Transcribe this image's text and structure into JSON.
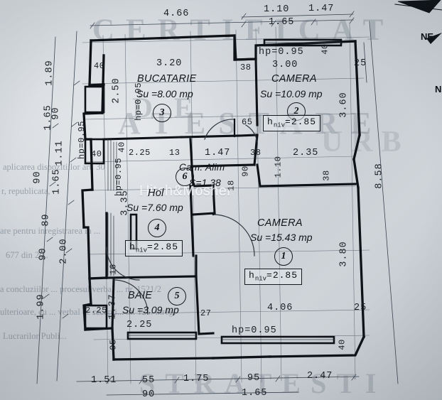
{
  "drawing": {
    "kind": "architectural-floor-plan",
    "north_label": "NE",
    "north_label2": "N",
    "overall": {
      "top_total": "1.65",
      "right_total": "8.58",
      "bottom_total_1": "90",
      "bottom_total_2": "1.65"
    }
  },
  "rooms": [
    {
      "num": "3",
      "name": "BUCATARIE",
      "area": "Su =8.00 mp",
      "width": "3.20",
      "height": "2.50"
    },
    {
      "num": "2",
      "name": "CAMERA",
      "area": "Su =10.09 mp",
      "hp": "hp=0.95",
      "win_w": "3.00",
      "height": "3.60",
      "hniv": "2.85"
    },
    {
      "num": "6",
      "name": "Cam. Alim",
      "area": "S=1.38",
      "width": "1.47",
      "height": "90"
    },
    {
      "num": "4",
      "name": "Hol",
      "area": "Su =7.60 mp",
      "height": "3.35",
      "hniv": "2.85"
    },
    {
      "num": "1",
      "name": "CAMERA",
      "area": "Su =15.43 mp",
      "height": "3.80",
      "hniv": "2.85",
      "hp": "hp=0.95",
      "win_w": "4.06"
    },
    {
      "num": "5",
      "name": "BAIE",
      "area": "Su =3.09 mp",
      "width": "2.25",
      "height": "1.37"
    }
  ],
  "hniv_labels": [
    {
      "text": "h",
      "sub": "niv",
      "val": "=2.85"
    }
  ],
  "dimensions": {
    "top_chain": [
      "4.66",
      "1.10",
      "1.47"
    ],
    "top_sub": [
      "1.65"
    ],
    "left_chain": [
      "1.89",
      "90",
      "1.65",
      "1.11",
      "90",
      "1.65",
      "89",
      "90",
      "2.00",
      "1.99"
    ],
    "right_chain": [
      "25",
      "8.58",
      "25"
    ],
    "bottom_chain": [
      "1.51",
      "55",
      "1.75",
      "95",
      "2.47"
    ],
    "bottom_sub": [
      "90",
      "1.65"
    ],
    "interior": [
      "3.20",
      "38",
      "25",
      "40",
      "40",
      "2.50",
      "2.25",
      "13",
      "1.47",
      "38",
      "1.10",
      "2.35",
      "38",
      "65",
      "3.60",
      "3.35",
      "16",
      "90",
      "18",
      "3.80",
      "27",
      "4.06",
      "40",
      "40",
      "40",
      "95",
      "2.25",
      "1.37",
      "3.00"
    ],
    "wall_notes": [
      "hp=0.95",
      "hp=0.95",
      "hp=0.95",
      "hp=0.95",
      "hp=0.95"
    ]
  },
  "watermarks": {
    "certificat": "CERTIFICAT",
    "de": "DE",
    "atestare": "ATESTARE",
    "stratesti": "STRATESTI",
    "urbanism": "URB",
    "overlay_brand": "Hitch&Mosher"
  },
  "document_text": [
    "aplicarea dispozitiilor art. 30",
    "r, republicata,",
    "are pentru inregistrarea in ...",
    "677  din  20..",
    "a concluziilor ... procesul verbal ... nr. 1521/2",
    "ulterioare, cu ... verbal de recepti... nr. 12... inregi",
    "Lucrarilor Publi..."
  ],
  "colors": {
    "ink": "#14181c",
    "paper": "#cdd2d7",
    "watermark": "#6c7682",
    "brand_overlay": "#ffffff"
  }
}
